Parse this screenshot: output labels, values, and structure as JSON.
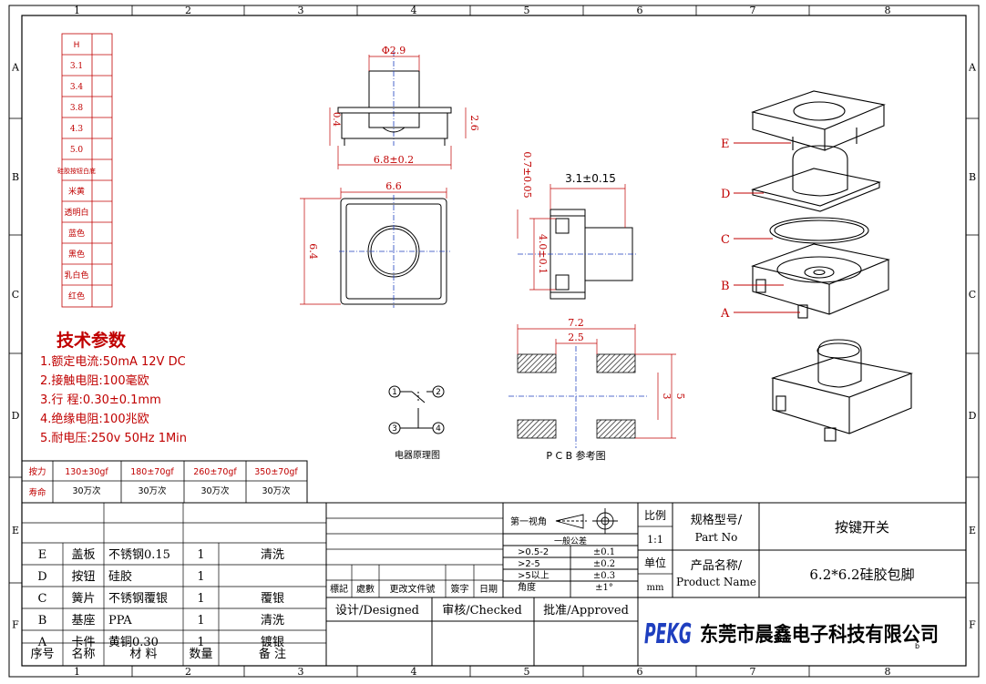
{
  "frame": {
    "columns": [
      "1",
      "2",
      "3",
      "4",
      "5",
      "6",
      "7",
      "8"
    ],
    "rows": [
      "A",
      "B",
      "C",
      "D",
      "E",
      "F"
    ]
  },
  "height_table": {
    "header": "H",
    "values": [
      "3.1",
      "3.4",
      "3.8",
      "4.3",
      "5.0"
    ],
    "colors": [
      "硅胶按钮白底",
      "米黄",
      "透明白",
      "蓝色",
      "黑色",
      "乳白色",
      "红色"
    ]
  },
  "tech_params": {
    "title": "技术参数",
    "items": [
      "1.额定电流:50mA 12V DC",
      "2.接触电阻:100毫欧",
      "3.行    程:0.30±0.1mm",
      "4.绝缘电阻:100兆欧",
      "5.耐电压:250v 50Hz 1Min"
    ]
  },
  "force_table": {
    "force_label": "按力",
    "life_label": "寿命",
    "forces": [
      "130±30gf",
      "180±70gf",
      "260±70gf",
      "350±70gf"
    ],
    "lives": [
      "30万次",
      "30万次",
      "30万次",
      "30万次"
    ]
  },
  "dimensions": {
    "stem_dia": "Φ2.9",
    "side_small": "0.4",
    "side_height": "2.6",
    "body_width_tol": "6.8±0.2",
    "top_width": "6.6",
    "top_height": "6.4",
    "side_lead": "0.7±0.05",
    "side_width": "3.1±0.15",
    "side_body": "4.0±0.1",
    "pcb_width": "7.2",
    "pcb_inner": "2.5",
    "pcb_height": "5",
    "pcb_pad_gap": "3"
  },
  "schematic": {
    "pins": [
      "1",
      "2",
      "3",
      "4"
    ],
    "caption": "电器原理图"
  },
  "pcb_caption": "P C B  参考图",
  "exploded_labels": [
    "E",
    "D",
    "C",
    "B",
    "A"
  ],
  "bom": {
    "headers": [
      "序号",
      "名称",
      "材  料",
      "数量",
      "备  注"
    ],
    "rows": [
      {
        "no": "E",
        "name": "盖板",
        "material": "不锈钢0.15",
        "qty": "1",
        "note": "清洗"
      },
      {
        "no": "D",
        "name": "按钮",
        "material": "硅胶",
        "qty": "1",
        "note": ""
      },
      {
        "no": "C",
        "name": "簧片",
        "material": "不锈钢覆银",
        "qty": "1",
        "note": "覆银"
      },
      {
        "no": "B",
        "name": "基座",
        "material": "PPA",
        "qty": "1",
        "note": "清洗"
      },
      {
        "no": "A",
        "name": "卡件",
        "material": "黄铜0.30",
        "qty": "1",
        "note": "镀银"
      }
    ]
  },
  "revision": {
    "headers": [
      "標記",
      "處數",
      "更改文件號",
      "簽字",
      "日期"
    ]
  },
  "signature": {
    "designed": "设计/Designed",
    "checked": "审核/Checked",
    "approved": "批准/Approved"
  },
  "projection": {
    "label": "第一视角",
    "tolerance_title": "一般公差",
    "tolerances": [
      {
        "range": ">0.5-2",
        "tol": "±0.1"
      },
      {
        "range": ">2-5",
        "tol": "±0.2"
      },
      {
        "range": ">5以上",
        "tol": "±0.3"
      },
      {
        "range": "角度",
        "tol": "±1°"
      }
    ]
  },
  "title_block": {
    "scale_label": "比例",
    "scale_value": "1:1",
    "unit_label": "单位",
    "unit_value": "mm",
    "part_no_label": "规格型号/",
    "part_no_label_en": "Part No",
    "part_no_value": "按键开关",
    "product_label": "产品名称/",
    "product_label_en": "Product Name",
    "product_value": "6.2*6.2硅胶包脚",
    "logo": "PEKG",
    "company": "东莞市晨鑫电子科技有限公司",
    "corner_mark": "b"
  }
}
